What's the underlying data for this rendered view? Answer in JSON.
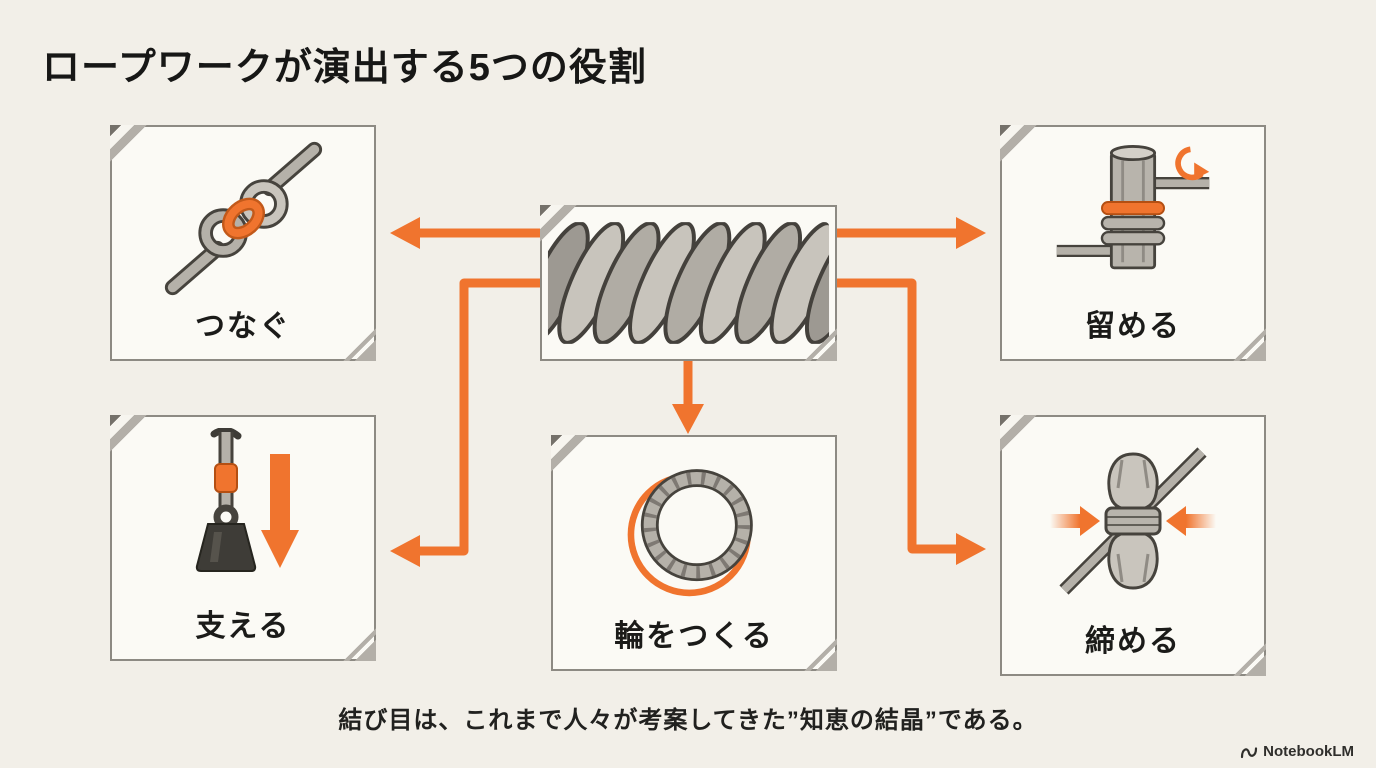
{
  "page": {
    "title": "ロープワークが演出する5つの役割",
    "caption": "結び目は、これまで人々が考案してきた”知恵の結晶”である。",
    "brand": "NotebookLM"
  },
  "colors": {
    "background": "#f2efe8",
    "accent_orange": "#f0742e",
    "card_background": "#fbfaf5",
    "card_border": "#8d8a83",
    "rope_gray": "#b5b1a9",
    "outline_dark": "#46433d",
    "text": "#1b1b19"
  },
  "center_image": {
    "name": "twisted-rope-photo"
  },
  "cards": [
    {
      "id": "connect",
      "label": "つなぐ",
      "icon": "joining-knot-icon"
    },
    {
      "id": "fasten",
      "label": "留める",
      "icon": "rope-around-post-icon"
    },
    {
      "id": "support",
      "label": "支える",
      "icon": "rope-holding-weight-icon"
    },
    {
      "id": "loop",
      "label": "輪をつくる",
      "icon": "rope-loop-icon"
    },
    {
      "id": "tighten",
      "label": "締める",
      "icon": "cinched-bundle-icon"
    }
  ]
}
